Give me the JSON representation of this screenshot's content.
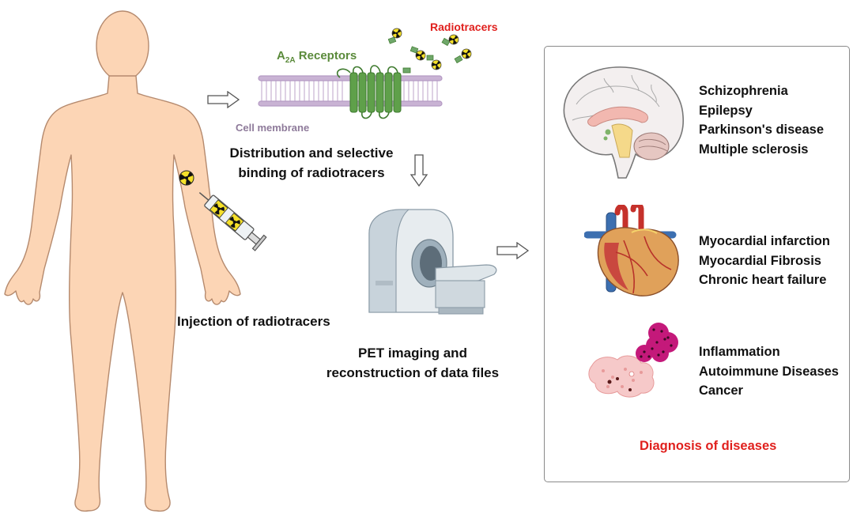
{
  "labels": {
    "radiotracers": "Radiotracers",
    "receptors_main": "A",
    "receptors_sub": "2A",
    "receptors_rest": " Receptors",
    "cell_membrane": "Cell membrane",
    "distribution_line1": "Distribution and selective",
    "distribution_line2": "binding of radiotracers",
    "injection": "Injection of radiotracers",
    "pet_line1": "PET imaging and",
    "pet_line2": "reconstruction of data files"
  },
  "panel": {
    "brain_diseases": [
      "Schizophrenia",
      "Epilepsy",
      "Parkinson's disease",
      "Multiple sclerosis"
    ],
    "heart_diseases": [
      "Myocardial infarction",
      "Myocardial Fibrosis",
      "Chronic heart failure"
    ],
    "immune_diseases": [
      "Inflammation",
      "Autoimmune Diseases",
      "Cancer"
    ],
    "footer": "Diagnosis of diseases"
  },
  "colors": {
    "skin": "#fcd5b5",
    "skin_outline": "#b58a6e",
    "accent_red": "#e0201d",
    "receptor_green": "#5a8a3a",
    "membrane_purple": "#b59ac4"
  },
  "icons": [
    "radiation-icon",
    "syringe-icon",
    "arrow-right-icon",
    "arrow-down-icon",
    "brain-icon",
    "heart-icon",
    "cell-icon",
    "pet-scanner-icon"
  ]
}
